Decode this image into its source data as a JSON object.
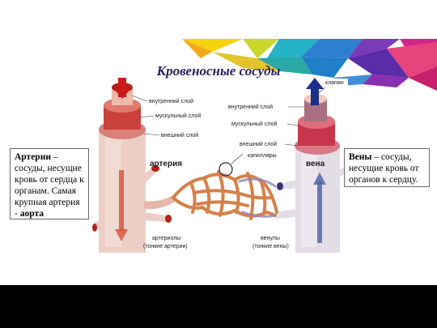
{
  "slide": {
    "title": "Кровеносные сосуды"
  },
  "diagram": {
    "labels": {
      "inner_left": "внутренний слой",
      "muscle_left": "мускульный слой",
      "outer_left": "внешний слой",
      "artery": "артерия",
      "valve": "клапан",
      "inner_right": "внутренний слой",
      "muscle_right": "мускульный слой",
      "outer_right": "внешний слой",
      "capillaries": "капилляры",
      "vein": "вена",
      "arterioles_line1": "артериолы",
      "arterioles_line2": "(тонкие артерии)",
      "venules_line1": "венулы",
      "venules_line2": "(тонкие вены)"
    }
  },
  "artery_box": {
    "term": "Артерии",
    "text": " – сосуды, несущие кровь от сердца к органам. Самая крупная артерия - ",
    "highlight": "аорта"
  },
  "vein_box": {
    "term": "Вены",
    "text": " – сосуды, несущие кровь от органов к сердцу."
  }
}
